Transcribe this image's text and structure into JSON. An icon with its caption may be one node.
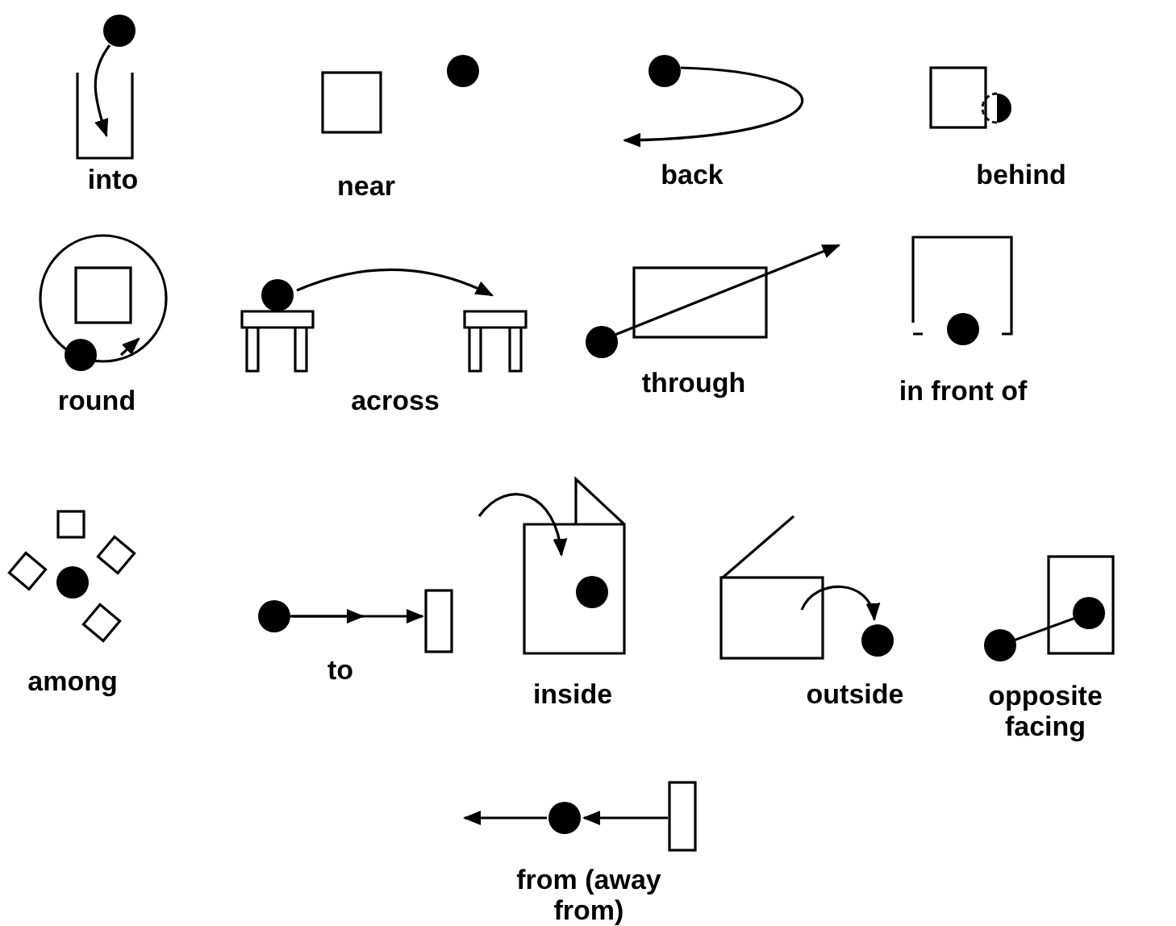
{
  "diagram": {
    "labels": [
      "into",
      "near",
      "back",
      "behind",
      "round",
      "across",
      "through",
      "in front of",
      "among",
      "to",
      "inside",
      "outside",
      "opposite facing",
      "from (away from)"
    ]
  }
}
